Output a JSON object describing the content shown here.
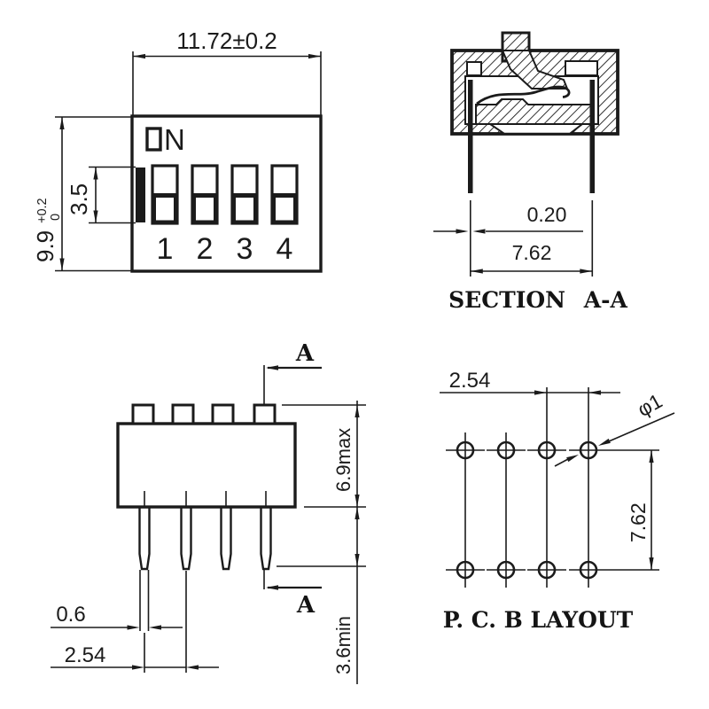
{
  "sheet": {
    "background": "#ffffff",
    "ink": "#1b1b1b"
  },
  "front_view": {
    "on_letter": "N",
    "switch_numbers": [
      "1",
      "2",
      "3",
      "4"
    ],
    "dims": {
      "width": "11.72±0.2",
      "height": "9.9",
      "height_tol_plus": "+0.2",
      "height_tol_minus": "0",
      "slider_travel": "3.5"
    }
  },
  "section_view": {
    "title": "SECTION A-A",
    "dims": {
      "lead_thickness": "0.20",
      "lead_spacing": "7.62"
    }
  },
  "side_view": {
    "section_marker": "A",
    "dims": {
      "height_max": "6.9max",
      "lead_length_min": "3.6min",
      "lead_width": "0.6",
      "pitch": "2.54"
    }
  },
  "pcb_view": {
    "title": "P. C. B LAYOUT",
    "dims": {
      "pitch": "2.54",
      "row_spacing": "7.62",
      "hole_diameter": "φ1"
    }
  }
}
